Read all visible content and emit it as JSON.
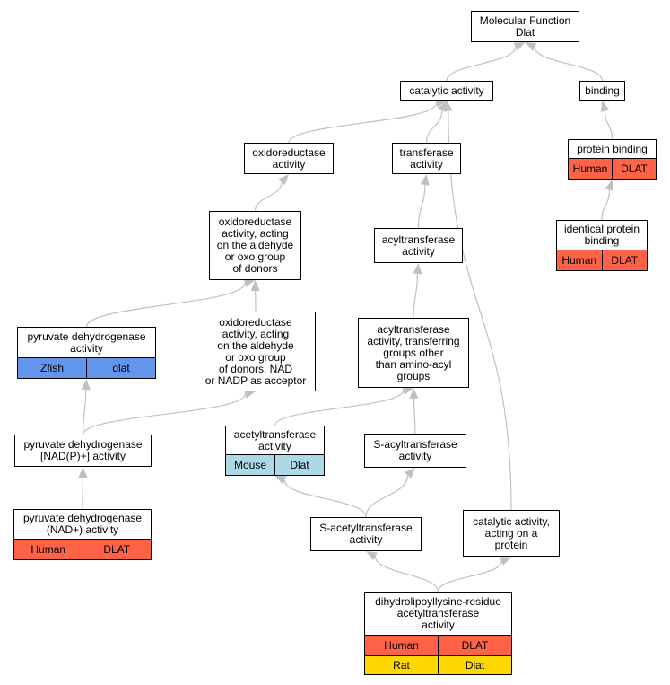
{
  "graph_title": "",
  "colors": {
    "human": "#ff6347",
    "zfish": "#6495ed",
    "mouse": "#add8e6",
    "rat": "#ffd700",
    "edge": "#c0c0c0",
    "arrowhead": "#c0c0c0"
  },
  "nodes": {
    "root": {
      "label": "Molecular Function\nDlat"
    },
    "catalytic": {
      "label": "catalytic activity"
    },
    "binding": {
      "label": "binding"
    },
    "oxidoreductase": {
      "label": "oxidoreductase\nactivity"
    },
    "transferase": {
      "label": "transferase\nactivity"
    },
    "protein_binding": {
      "label": "protein binding",
      "species": [
        [
          "Human",
          "DLAT"
        ]
      ]
    },
    "oxido_aldehyde": {
      "label": "oxidoreductase\nactivity, acting\non the aldehyde\nor oxo group\nof donors"
    },
    "acyltransferase": {
      "label": "acyltransferase\nactivity"
    },
    "identical_protein": {
      "label": "identical protein\nbinding",
      "species": [
        [
          "Human",
          "DLAT"
        ]
      ]
    },
    "pyruvate_dh": {
      "label": "pyruvate dehydrogenase\nactivity",
      "species": [
        [
          "Zfish",
          "dlat"
        ]
      ]
    },
    "oxido_nad": {
      "label": "oxidoreductase\nactivity, acting\non the aldehyde\nor oxo group\nof donors, NAD\nor NADP as acceptor"
    },
    "acyl_non_amino": {
      "label": "acyltransferase\nactivity, transferring\ngroups other\nthan amino-acyl\ngroups"
    },
    "acetyltransferase": {
      "label": "acetyltransferase\nactivity",
      "species": [
        [
          "Mouse",
          "Dlat"
        ]
      ]
    },
    "s_acyltransferase": {
      "label": "S-acyltransferase\nactivity"
    },
    "pyruvate_nadp": {
      "label": "pyruvate dehydrogenase\n[NAD(P)+] activity"
    },
    "s_acetyltransferase": {
      "label": "S-acetyltransferase\nactivity"
    },
    "catalytic_protein": {
      "label": "catalytic activity,\nacting on a\nprotein"
    },
    "pyruvate_nad": {
      "label": "pyruvate dehydrogenase\n(NAD+) activity",
      "species": [
        [
          "Human",
          "DLAT"
        ]
      ]
    },
    "dihydrolipoyllysine": {
      "label": "dihydrolipoyllysine-residue\nacetyltransferase\nactivity",
      "species": [
        [
          "Human",
          "DLAT"
        ],
        [
          "Rat",
          "Dlat"
        ]
      ]
    }
  },
  "edges": [
    [
      "catalytic",
      "root"
    ],
    [
      "binding",
      "root"
    ],
    [
      "oxidoreductase",
      "catalytic"
    ],
    [
      "transferase",
      "catalytic"
    ],
    [
      "catalytic_protein",
      "catalytic"
    ],
    [
      "protein_binding",
      "binding"
    ],
    [
      "oxido_aldehyde",
      "oxidoreductase"
    ],
    [
      "acyltransferase",
      "transferase"
    ],
    [
      "identical_protein",
      "protein_binding"
    ],
    [
      "pyruvate_dh",
      "oxido_aldehyde"
    ],
    [
      "oxido_nad",
      "oxido_aldehyde"
    ],
    [
      "acyl_non_amino",
      "acyltransferase"
    ],
    [
      "pyruvate_nadp",
      "pyruvate_dh"
    ],
    [
      "pyruvate_nadp",
      "oxido_nad"
    ],
    [
      "acetyltransferase",
      "acyl_non_amino"
    ],
    [
      "s_acyltransferase",
      "acyl_non_amino"
    ],
    [
      "pyruvate_nad",
      "pyruvate_nadp"
    ],
    [
      "s_acetyltransferase",
      "acetyltransferase"
    ],
    [
      "s_acetyltransferase",
      "s_acyltransferase"
    ],
    [
      "dihydrolipoyllysine",
      "s_acetyltransferase"
    ],
    [
      "dihydrolipoyllysine",
      "catalytic_protein"
    ]
  ]
}
